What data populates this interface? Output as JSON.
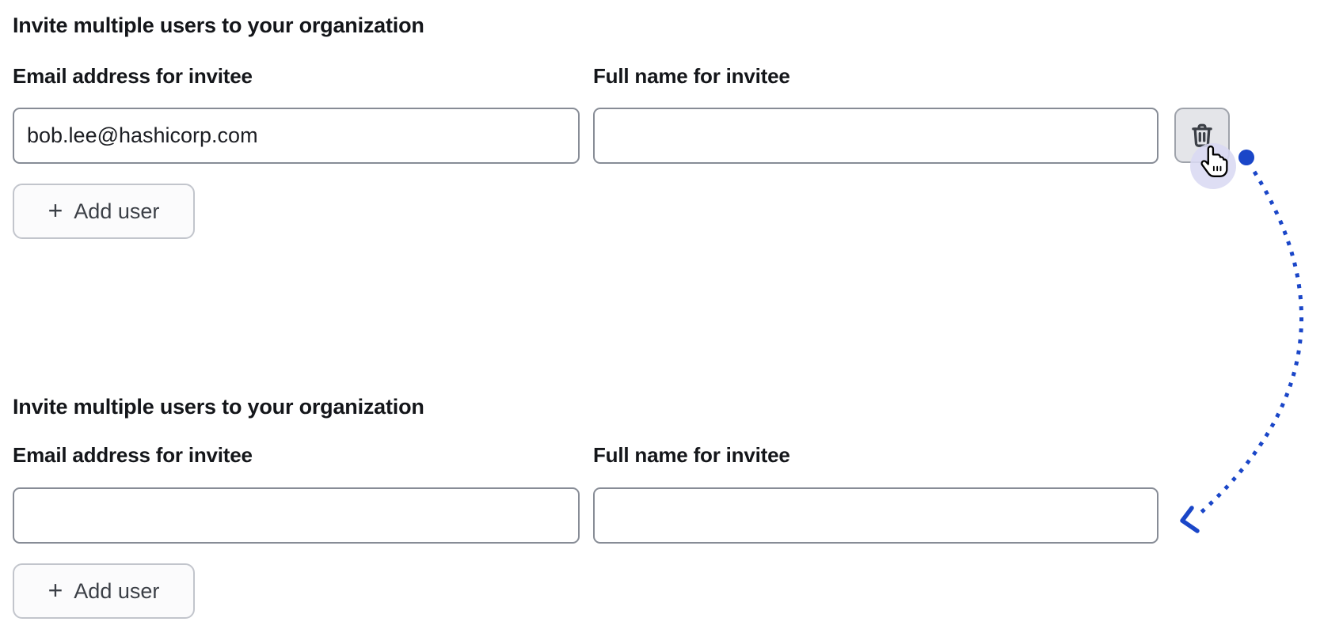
{
  "colors": {
    "annotation-blue": "#1a46c8",
    "halo-lavender": "#d9daf2",
    "input-border": "#878c96",
    "button-border": "#c2c5cc",
    "button-bg": "#fbfbfc",
    "trash-bg": "#e4e5e9",
    "trash-border": "#9fa3ab",
    "text-dark": "#14161a",
    "button-text": "#3b3f46"
  },
  "forms": [
    {
      "heading": "Invite multiple users to your organization",
      "email_label": "Email address for invitee",
      "name_label": "Full name for invitee",
      "email_value": "bob.lee@hashicorp.com",
      "name_value": "",
      "add_user": {
        "icon": "+",
        "label": "Add user"
      },
      "delete_button_icon": "trash-icon"
    },
    {
      "heading": "Invite multiple users to your organization",
      "email_label": "Email address for invitee",
      "name_label": "Full name for invitee",
      "email_value": "",
      "name_value": "",
      "add_user": {
        "icon": "+",
        "label": "Add user"
      }
    }
  ],
  "annotation": {
    "cursor": "hand-pointer-cursor",
    "marker": "click-origin-dot",
    "path": "dotted-curved-arrow"
  }
}
